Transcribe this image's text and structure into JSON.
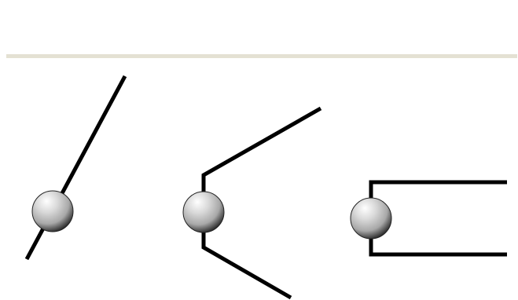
{
  "figure": {
    "background_color": "#ffffff",
    "divider_color": "#e4e1d3",
    "line_color": "#000000",
    "ball_highlight_color": "#ffffff",
    "ball_mid_color": "#a8a8a8",
    "ball_shadow_color": "#1c1c1c",
    "items": [
      {
        "id": "straight-stick",
        "description_icon": "straight-line-through-ball-icon"
      },
      {
        "id": "angled-branches",
        "description_icon": "bent-branches-ball-icon"
      },
      {
        "id": "bracket-branches",
        "description_icon": "bracket-ball-icon"
      }
    ]
  }
}
